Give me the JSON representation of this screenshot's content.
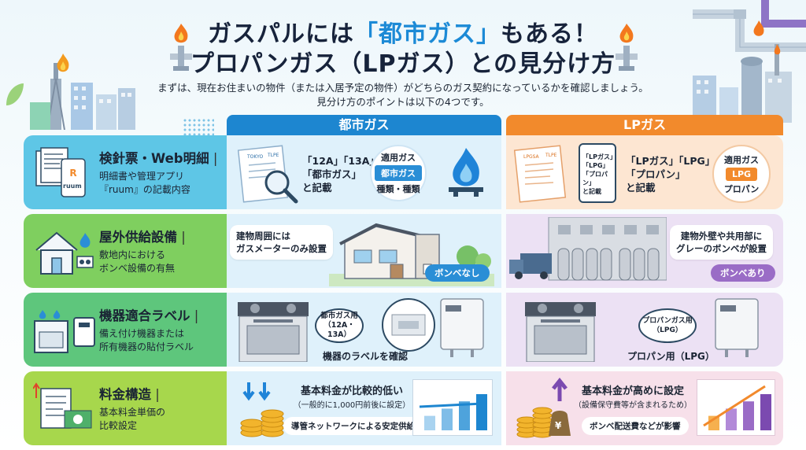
{
  "header": {
    "title_line1_pre": "ガスパルには",
    "title_line1_hl": "「都市ガス」",
    "title_line1_post": "もある！",
    "title_line2": "プロパンガス（LPガス）との見分け方",
    "lead_line1": "まずは、現在お住まいの物件（または入居予定の物件）がどちらのガス契約になっているかを確認しましょう。",
    "lead_line2": "見分け方のポイントは以下の4つです。"
  },
  "columns": {
    "city": "都市ガス",
    "lpg": "LPガス"
  },
  "colors": {
    "city_blue": "#1d86d0",
    "lpg_orange": "#f28a2c",
    "row1_label": "#5ec6e6",
    "row2_label": "#7fcf5f",
    "row3_label": "#5ec67c",
    "row4_label": "#a7d74c",
    "city_bg": "#dff1fb",
    "lpg_row1_bg": "#fde6d2",
    "lpg_bg": "#ece1f4",
    "badge_city": "#2a8ed6",
    "badge_lpg": "#9a6cc6"
  },
  "rows": [
    {
      "title": "検針票・Web明細",
      "desc_line1": "明細書や管理アプリ",
      "desc_line2": "『ruum』の記載内容",
      "icon_text": "ruum",
      "city": {
        "paper_lines": [
          "TOKYO",
          "TLPE"
        ],
        "quote_line1": "「12A」「13A」",
        "quote_line2": "「都市ガス」",
        "quote_line3": "と記載",
        "circle_title": "適用ガス",
        "circle_tag": "都市ガス",
        "circle_sub": "種類・種類"
      },
      "lpg": {
        "paper_lines": [
          "LPGSA",
          "TLPE"
        ],
        "phone_lines": [
          "「LPガス」",
          "「LPG」",
          "「プロパン」",
          "と記載"
        ],
        "quote_line1": "「LPガス」「LPG」",
        "quote_line2": "「プロパン」",
        "quote_line3": "と記載",
        "circle_title": "適用ガス",
        "circle_tag": "LPG",
        "circle_sub": "プロパン"
      }
    },
    {
      "title": "屋外供給設備",
      "desc_line1": "敷地内における",
      "desc_line2": "ボンベ設備の有無",
      "city": {
        "bubble_line1": "建物周囲には",
        "bubble_line2": "ガスメーターのみ設置",
        "badge": "ボンベなし"
      },
      "lpg": {
        "bubble_line1": "建物外壁や共用部に",
        "bubble_line2": "グレーのボンベが設置",
        "badge": "ボンベあり"
      }
    },
    {
      "title": "機器適合ラベル",
      "desc_line1": "備え付け機器または",
      "desc_line2": "所有機器の貼付ラベル",
      "city": {
        "label_line1": "都市ガス用",
        "label_line2": "（12A・13A）",
        "caption": "機器のラベルを確認"
      },
      "lpg": {
        "label_line1": "プロパンガス用",
        "label_line2": "（LPG）",
        "caption": "プロパン用（LPG）"
      }
    },
    {
      "title": "料金構造",
      "desc_line1": "基本料金単価の",
      "desc_line2": "比較設定",
      "city": {
        "head": "基本料金が比較的低い",
        "sub": "（一般的に1,000円前後に設定）",
        "pill": "導管ネットワークによる安定供給",
        "bars": [
          2,
          3,
          4,
          5
        ]
      },
      "lpg": {
        "head": "基本料金が高めに設定",
        "sub": "（設備保守費等が含まれるため）",
        "pill": "ボンベ配送費などが影響",
        "bars": [
          2,
          3,
          4,
          5
        ],
        "yen": "¥"
      }
    }
  ]
}
